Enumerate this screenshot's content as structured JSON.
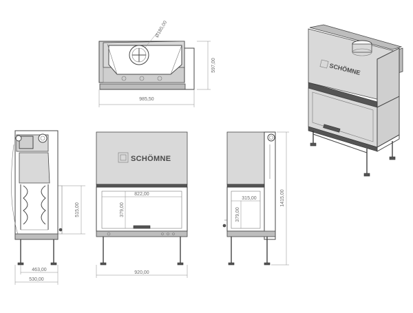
{
  "brand": {
    "logo_text": "SCHÖMNE"
  },
  "top_view": {
    "flue_diameter": "Ø185,00",
    "width": "985,50",
    "depth": "597,00"
  },
  "side_view": {
    "depth_inner": "463,00",
    "depth_total": "530,00",
    "height_to_glass": "515,00"
  },
  "front_view": {
    "glass_width": "822,00",
    "glass_height": "379,00",
    "total_width": "920,00"
  },
  "right_view": {
    "glass_width": "315,00",
    "glass_height": "379,00",
    "total_height": "1415,00"
  }
}
